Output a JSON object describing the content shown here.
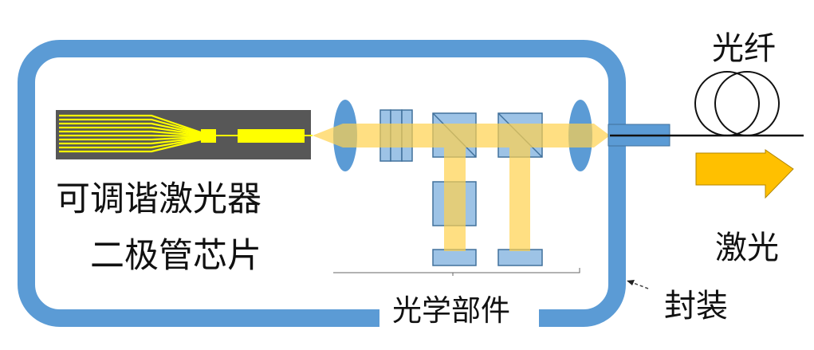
{
  "labels": {
    "chip_line1": "可调谐激光器",
    "chip_line2": "二极管芯片",
    "optics": "光学部件",
    "fiber": "光纤",
    "laser": "激光",
    "package": "封装"
  },
  "colors": {
    "package": "#5b9bd5",
    "chip": "#575757",
    "chip_traces": "#ffff00",
    "beam": "#ffd24d",
    "optic_part": "#9dc3e6",
    "arrow": "#ffc000"
  }
}
